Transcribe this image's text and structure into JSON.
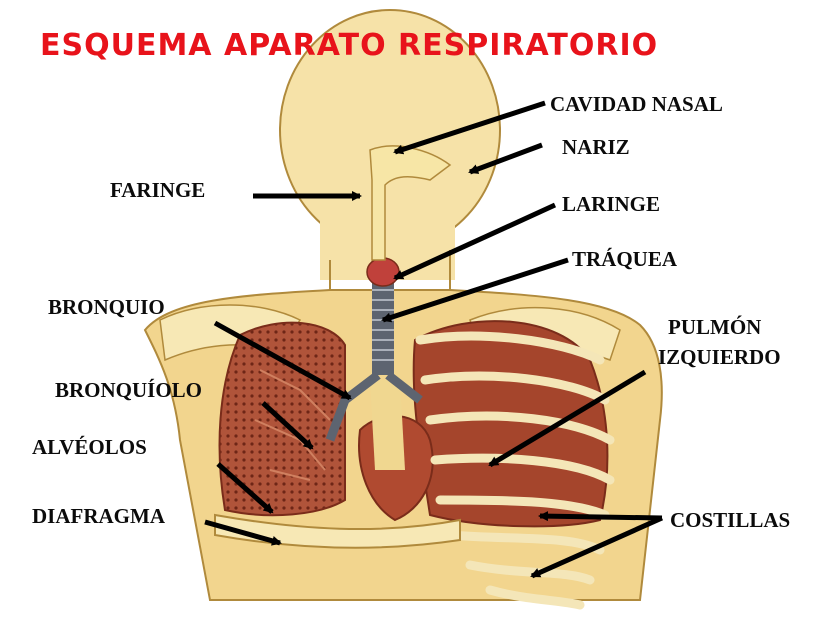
{
  "title": "ESQUEMA APARATO RESPIRATORIO",
  "labels": {
    "cavidad_nasal": "CAVIDAD NASAL",
    "nariz": "NARIZ",
    "faringe": "FARINGE",
    "laringe": "LARINGE",
    "traquea": "TRÁQUEA",
    "bronquio": "BRONQUIO",
    "pulmon_line1": "PULMÓN",
    "pulmon_line2": "IZQUIERDO",
    "bronquiolo": "BRONQUÍOLO",
    "alveolos": "ALVÉOLOS",
    "diafragma": "DIAFRAGMA",
    "costillas": "COSTILLAS"
  },
  "colors": {
    "title": "#e8131b",
    "skin": "#f2d58e",
    "skin_outline": "#b08a3c",
    "lung": "#a5452c",
    "lung_dark": "#7a2c1a",
    "rib": "#f4e6b8",
    "trachea": "#5d6470",
    "arrow": "#000000"
  }
}
